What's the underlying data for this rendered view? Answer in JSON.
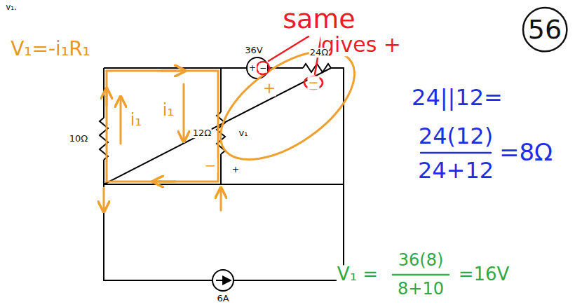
{
  "diagram": {
    "nodes": [
      {
        "text": [
          "56"
        ]
      }
    ],
    "labels": [
      "v₁.",
      "same",
      "gives +",
      "V₁=-i₁R₁",
      "36V",
      "+",
      "−",
      "24Ω",
      "10Ω",
      "12Ω",
      "v₁",
      "+",
      "−",
      "+",
      "−",
      "i₁",
      "i₁",
      "6A",
      "24||12=",
      "24(12)",
      "24+12",
      "=8Ω",
      "V₁ =",
      "36(8)",
      "8+10",
      "=16V"
    ]
  }
}
